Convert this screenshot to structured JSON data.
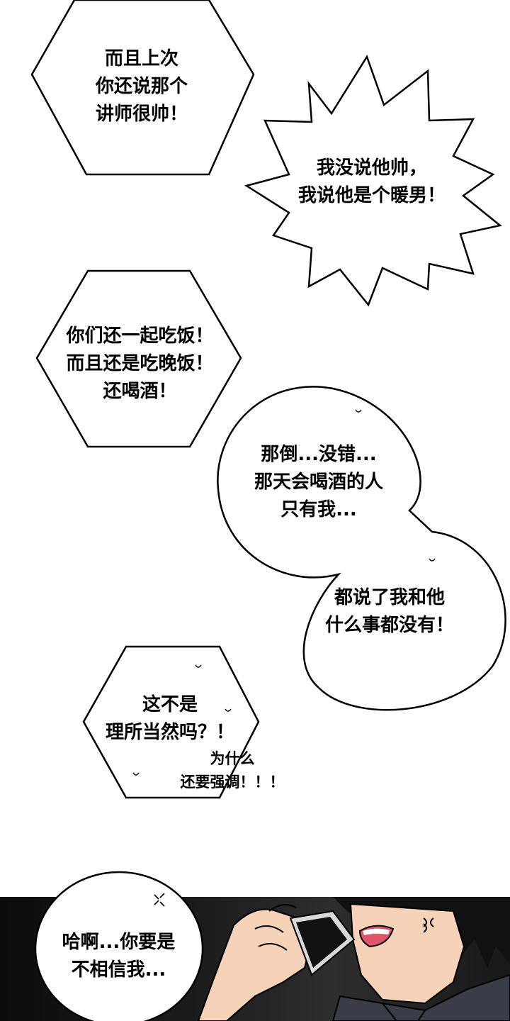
{
  "bubbles": [
    {
      "id": "b1",
      "lines": [
        "而且上次",
        "你还说那个",
        "讲师很帅！"
      ]
    },
    {
      "id": "b2",
      "lines": [
        "我没说他帅，",
        "我说他是个暖男！"
      ]
    },
    {
      "id": "b3",
      "lines": [
        "你们还一起吃饭！",
        "而且还是吃晚饭！",
        "还喝酒！"
      ]
    },
    {
      "id": "b4",
      "lines": [
        "那倒...没错...",
        "那天会喝酒的人",
        "只有我..."
      ]
    },
    {
      "id": "b5",
      "lines": [
        "都说了我和他",
        "什么事都没有！"
      ]
    },
    {
      "id": "b6",
      "lines": [
        "这不是",
        "理所当然吗？！"
      ]
    },
    {
      "id": "b7",
      "lines": [
        "为什么",
        "还要强调！！！"
      ]
    },
    {
      "id": "b8",
      "lines": [
        "哈啊...你要是",
        "不相信我..."
      ]
    }
  ],
  "colors": {
    "ink": "#000000",
    "paper": "#ffffff",
    "panel_dark": "#1a1a1a",
    "skin": "#f6d2b8",
    "mouth": "#e0556a"
  }
}
